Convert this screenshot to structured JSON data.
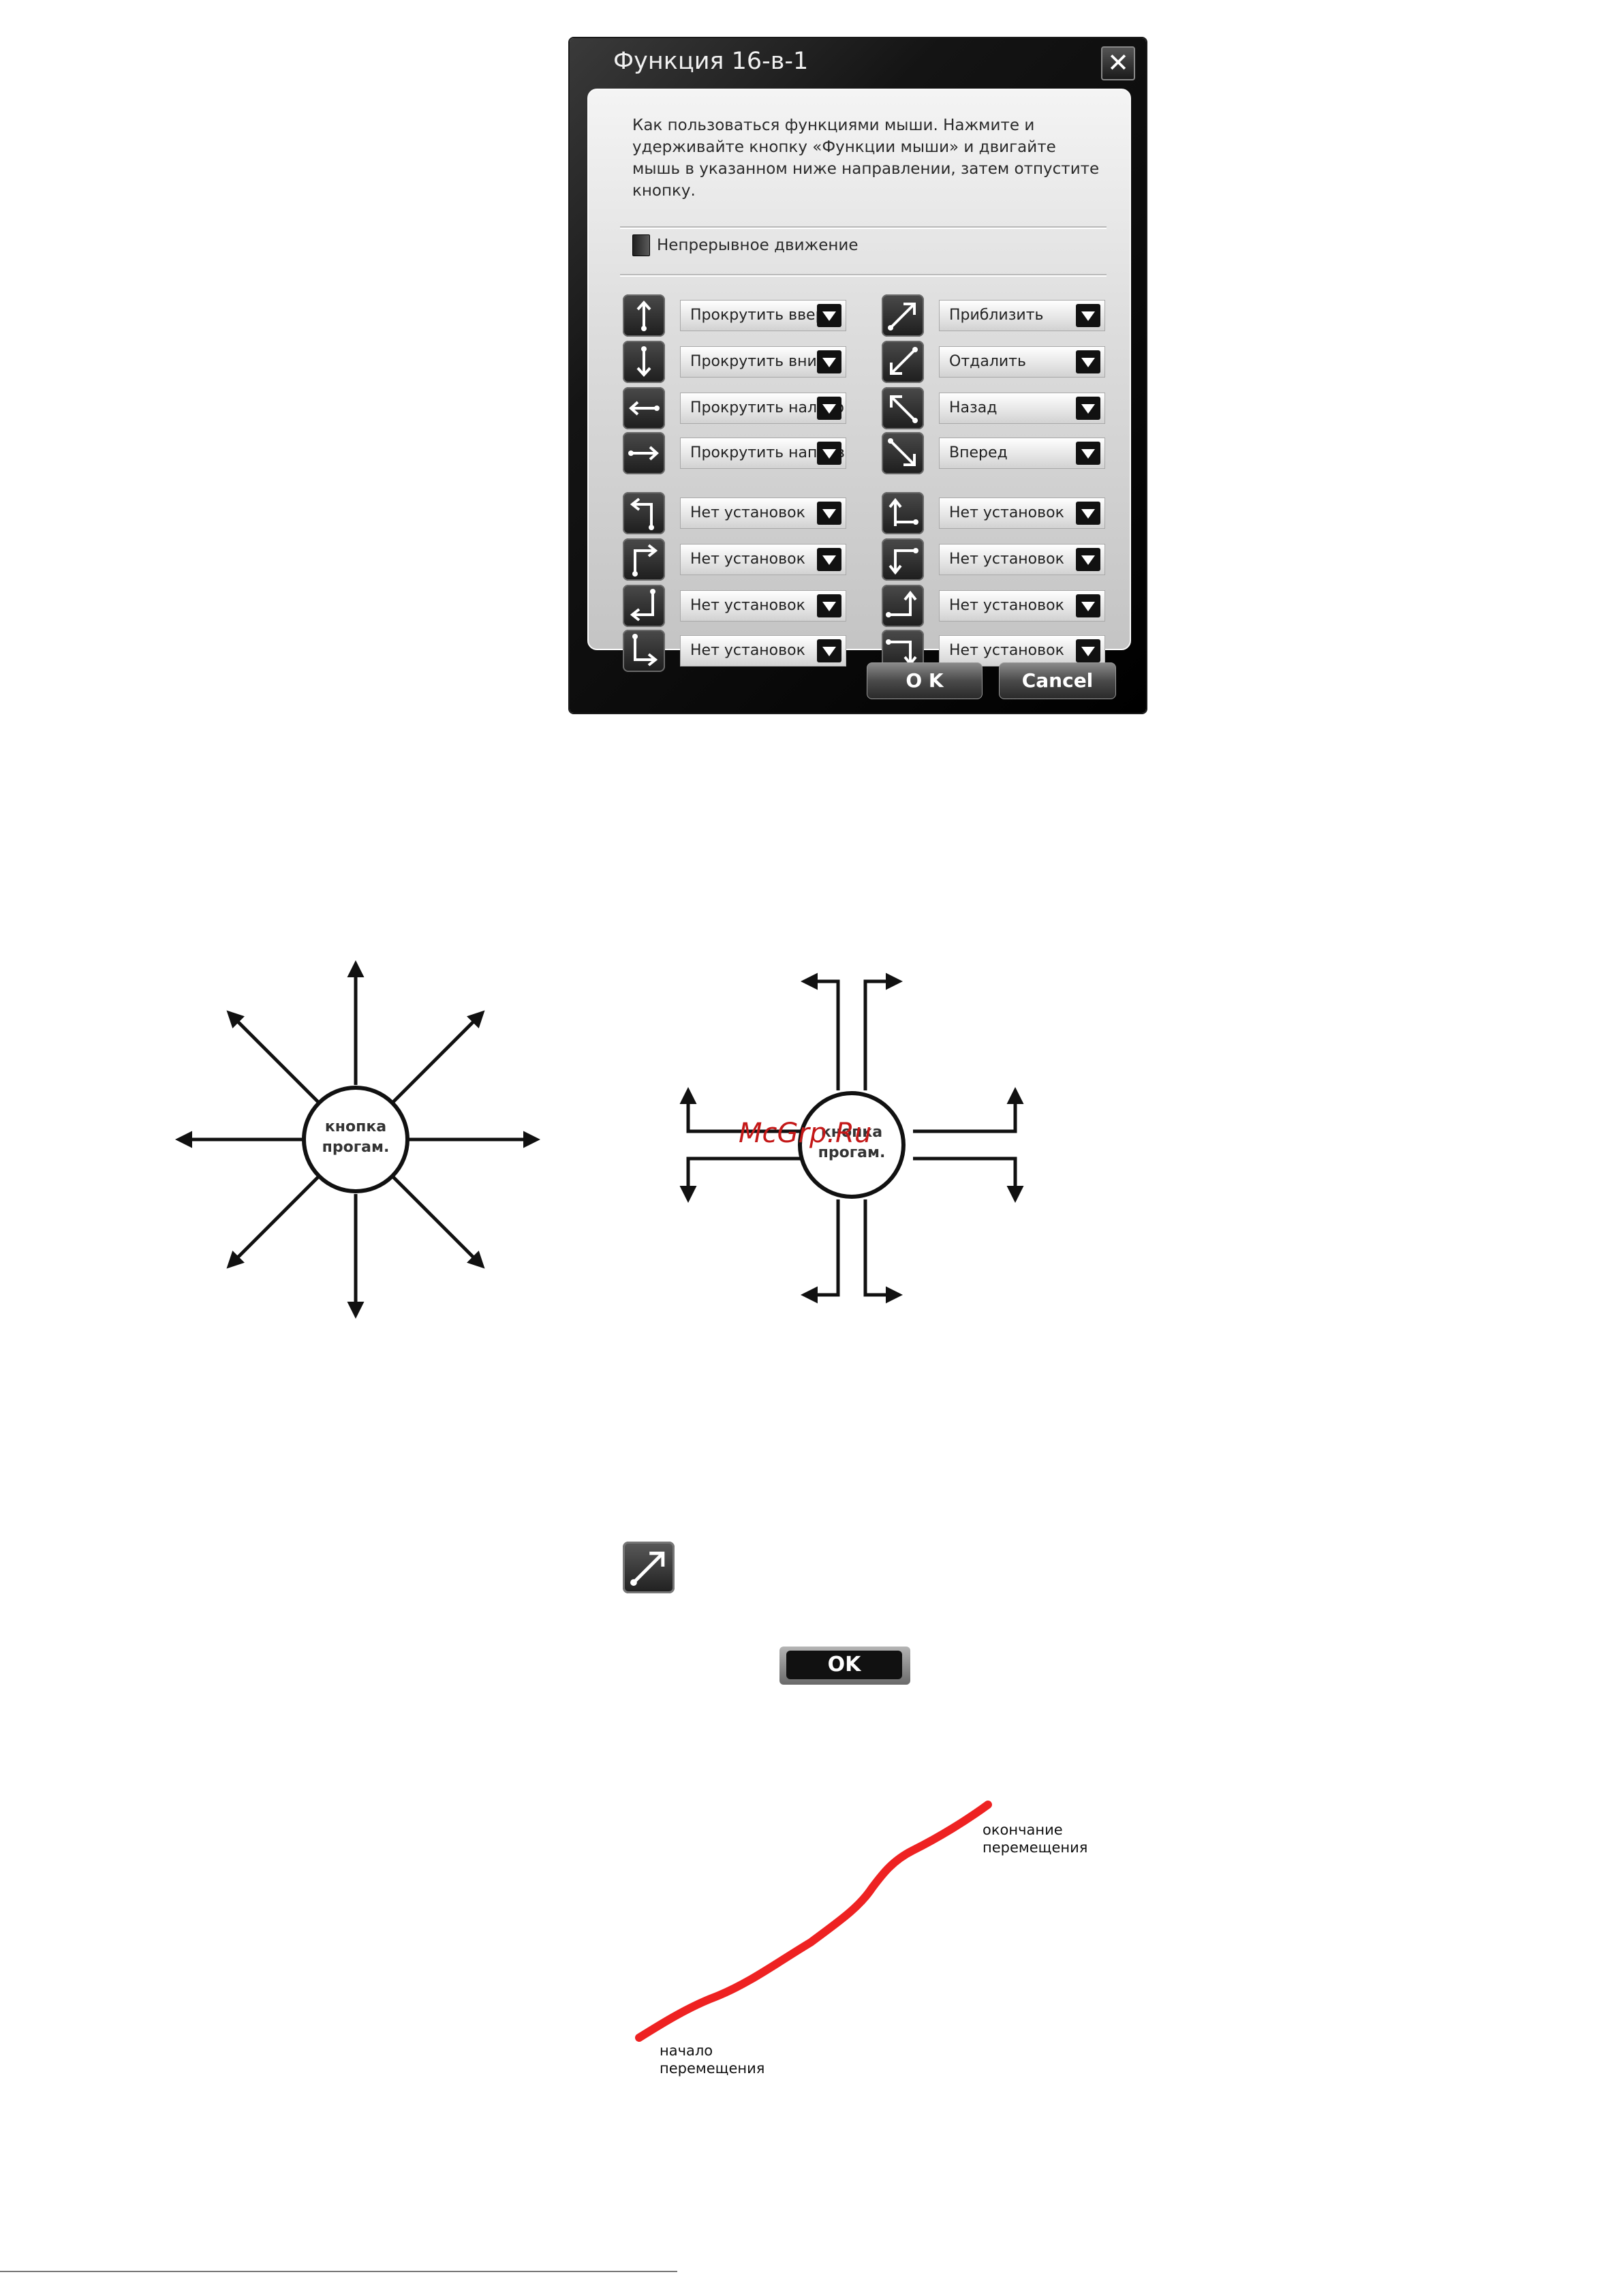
{
  "dialog": {
    "title": "Функция 16-в-1",
    "close_glyph": "✕",
    "help_text": "Как пользоваться функциями мыши. Нажмите и удерживайте кнопку «Функции мыши» и двигайте мышь в указанном ниже направлении, затем отпустите кнопку.",
    "continuous_label": "Непрерывное движение",
    "left_column": [
      {
        "icon": "arrow-up-icon",
        "value": "Прокрутить вверх"
      },
      {
        "icon": "arrow-down-icon",
        "value": "Прокрутить вниз"
      },
      {
        "icon": "arrow-left-icon",
        "value": "Прокрутить налево"
      },
      {
        "icon": "arrow-right-icon",
        "value": "Прокрутить направо"
      },
      {
        "icon": "corner-up-left-icon",
        "value": "Нет установок"
      },
      {
        "icon": "corner-right-up-icon",
        "value": "Нет установок"
      },
      {
        "icon": "corner-left-up-icon",
        "value": "Нет установок"
      },
      {
        "icon": "corner-down-right-icon",
        "value": "Нет установок"
      }
    ],
    "right_column": [
      {
        "icon": "arrow-up-right-icon",
        "value": "Приблизить"
      },
      {
        "icon": "arrow-down-left-icon",
        "value": "Отдалить"
      },
      {
        "icon": "arrow-up-left-icon",
        "value": "Назад"
      },
      {
        "icon": "arrow-down-right-icon",
        "value": "Вперед"
      },
      {
        "icon": "corner-up-right-icon",
        "value": "Нет установок"
      },
      {
        "icon": "corner-left-down-icon",
        "value": "Нет установок"
      },
      {
        "icon": "corner-right-up-2-icon",
        "value": "Нет установок"
      },
      {
        "icon": "corner-right-down-icon",
        "value": "Нет установок"
      }
    ],
    "ok_label": "O K",
    "cancel_label": "Cancel"
  },
  "diagrams": {
    "center_line1": "кнопка",
    "center_line2": "прогам.",
    "watermark": "McGrp.Ru"
  },
  "examples": {
    "ok_label": "OK",
    "end_label_line1": "окончание",
    "end_label_line2": "перемещения",
    "start_label_line1": "начало",
    "start_label_line2": "перемещения",
    "stroke_color": "#ee2222"
  }
}
